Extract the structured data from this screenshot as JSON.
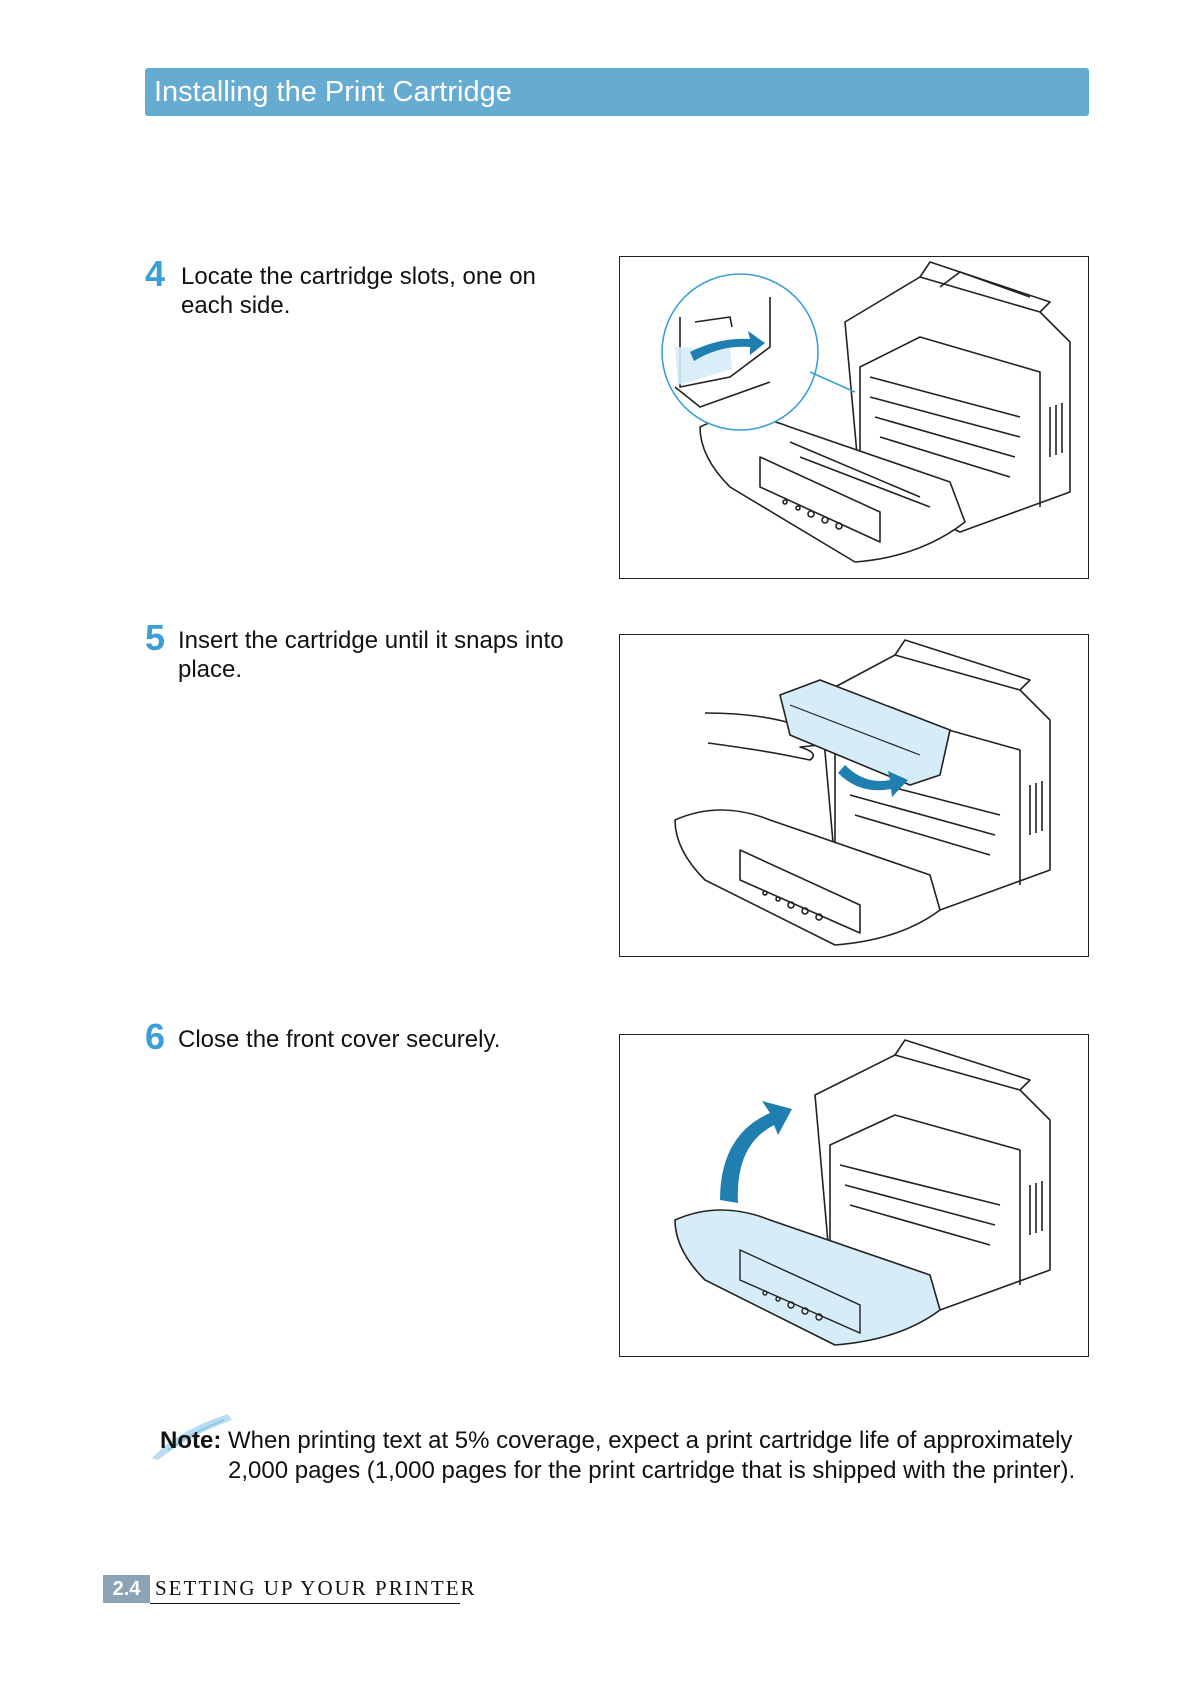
{
  "header": {
    "title": "Installing the Print Cartridge",
    "color": "#66abd1"
  },
  "steps": [
    {
      "number": "4",
      "lines": [
        "Locate the cartridge slots, one on",
        "each side."
      ],
      "figure_icon": "printer-open-cover-slot-illustration"
    },
    {
      "number": "5",
      "lines": [
        "Insert the cartridge until it snaps into",
        "place."
      ],
      "figure_icon": "printer-insert-cartridge-illustration"
    },
    {
      "number": "6",
      "lines": [
        "Close the front cover securely."
      ],
      "figure_icon": "printer-close-cover-illustration"
    }
  ],
  "note": {
    "label": "Note:",
    "line1": "When printing text at 5% coverage, expect a print cartridge life of approximately",
    "line2": "2,000 pages (1,000 pages for the print cartridge that is shipped with the printer).",
    "icon": "note-pen-icon"
  },
  "footer": {
    "page_number": "2.4",
    "section": "Setting Up Your Printer"
  },
  "colors": {
    "accent": "#3a9fd8",
    "arrow": "#1f7fb0",
    "highlight_fill": "#d6ecf8"
  }
}
